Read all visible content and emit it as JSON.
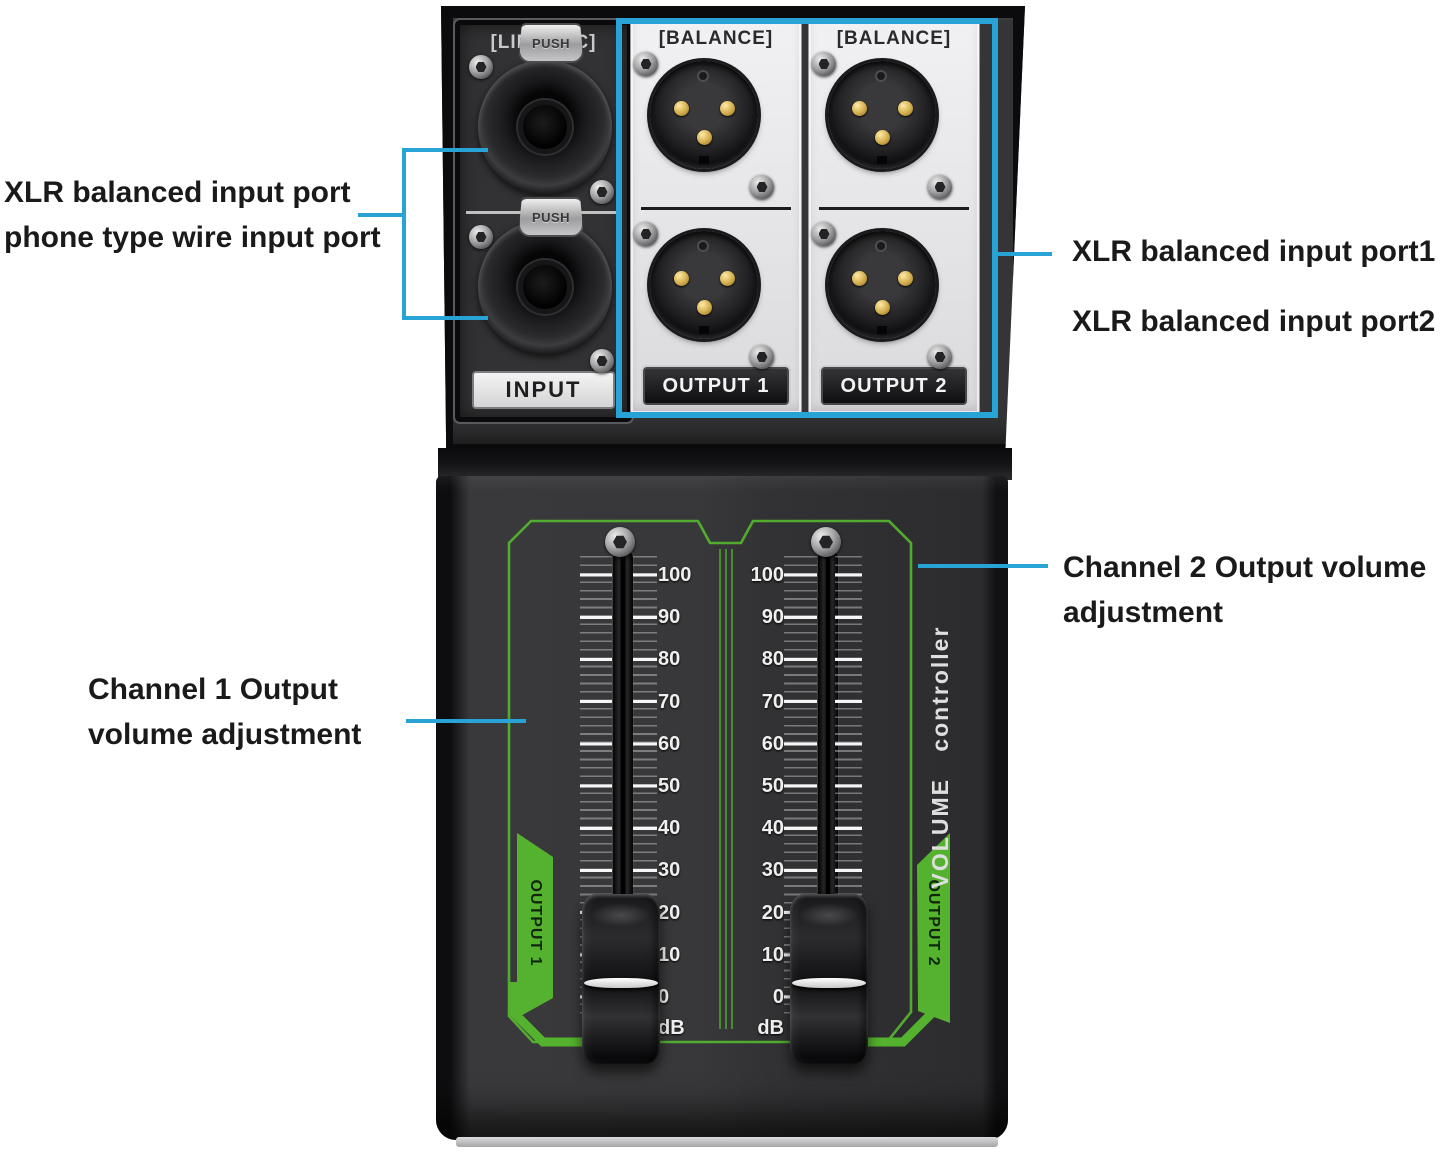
{
  "colors": {
    "accent_cyan": "#28a3d6",
    "accent_green": "#54b22e"
  },
  "annotations": {
    "combo_input": {
      "line1": "XLR balanced input port",
      "line2": "phone type wire input port"
    },
    "out_port1": "XLR balanced input port1",
    "out_port2": "XLR balanced input port2",
    "ch2": {
      "line1": "Channel 2 Output volume",
      "line2": "adjustment"
    },
    "ch1": {
      "line1": "Channel 1 Output",
      "line2": "volume adjustment"
    }
  },
  "rear_panel": {
    "input": {
      "header": "[LINE/MIC]",
      "push": "PUSH",
      "label": "INPUT"
    },
    "outputs": [
      {
        "header": "[BALANCE]",
        "label": "OUTPUT 1"
      },
      {
        "header": "[BALANCE]",
        "label": "OUTPUT 2"
      }
    ]
  },
  "front_panel": {
    "volume_label": "VOLUME controller",
    "faders": [
      {
        "stripe_label": "OUTPUT 1"
      },
      {
        "stripe_label": "OUTPUT 2"
      }
    ],
    "scale": [
      "100",
      "90",
      "80",
      "70",
      "60",
      "50",
      "40",
      "30",
      "20",
      "10",
      "0",
      "dB"
    ]
  }
}
